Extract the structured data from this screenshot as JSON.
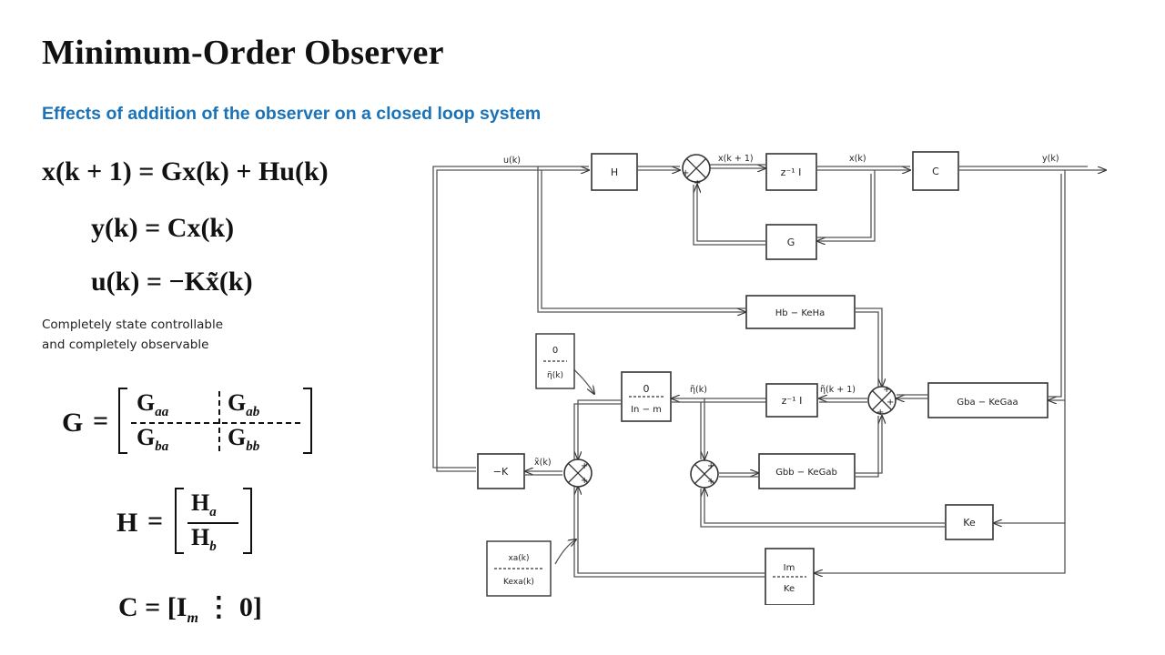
{
  "slide": {
    "title": "Minimum-Order Observer",
    "subtitle": "Effects of addition of the observer on a closed loop system",
    "note_line1": "Completely state  controllable",
    "note_line2": "and  completely observable"
  },
  "equations": {
    "state": {
      "lhs": "x(k + 1)",
      "rhs": "Gx(k) + Hu(k)"
    },
    "output": {
      "lhs": "y(k)",
      "rhs": "Cx(k)"
    },
    "control": {
      "lhs": "u(k)",
      "rhs": "−Kx̃(k)"
    }
  },
  "matrices": {
    "G": {
      "name": "G",
      "aa": "G",
      "aa_sub": "aa",
      "ab": "G",
      "ab_sub": "ab",
      "ba": "G",
      "ba_sub": "ba",
      "bb": "G",
      "bb_sub": "bb"
    },
    "H": {
      "name": "H",
      "a": "H",
      "a_sub": "a",
      "b": "H",
      "b_sub": "b"
    },
    "C": {
      "name": "C",
      "expr": "[I",
      "expr_sub": "m",
      "expr_tail": " ⋮ 0]"
    }
  },
  "diagram": {
    "signals": {
      "u": "u(k)",
      "x_next": "x(k + 1)",
      "x": "x(k)",
      "y": "y(k)",
      "eta_tilde": "η̃(k)",
      "eta_tilde_next": "η̃(k + 1)",
      "x_tilde": "x̃(k)"
    },
    "blocks": {
      "H": "H",
      "delay_top": "z⁻¹ I",
      "C": "C",
      "G": "G",
      "Hb_KeHa": "Hb − KeHa",
      "delay_obs": "z⁻¹ I",
      "Gba_KeGaa": "Gba − KeGaa",
      "embed_top": "0",
      "embed_bottom": "In − m",
      "minus_K": "−K",
      "Gbb_KeGab": "Gbb − KeGab",
      "Ke": "Ke",
      "Im_Ke_top": "Im",
      "Im_Ke_bottom": "Ke"
    },
    "annotations": {
      "eta_vec_top": "0",
      "eta_vec_bottom": "η̃(k)",
      "xa_vec_top": "xa(k)",
      "xa_vec_bottom": "Kexa(k)"
    },
    "signs": {
      "plus": "+"
    }
  }
}
